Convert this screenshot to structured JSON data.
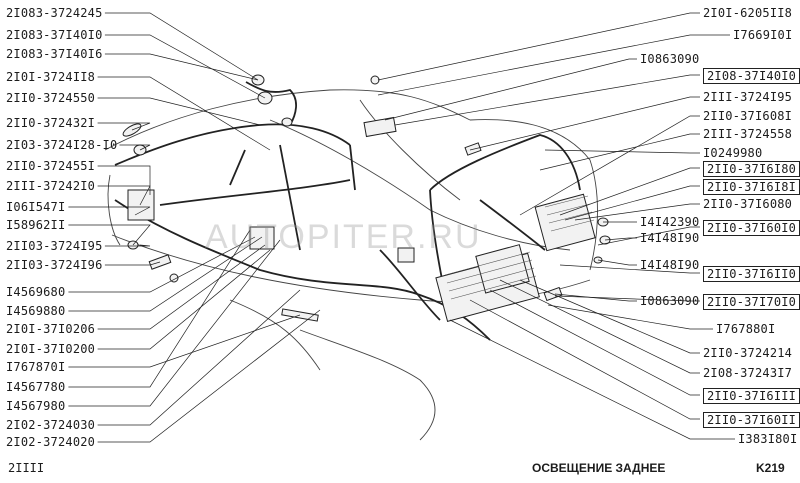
{
  "left_labels": [
    "2I083-3724245",
    "2I083-37I40I0",
    "2I083-37I40I6",
    "2I0I-3724II8",
    "2II0-3724550",
    "2II0-372432I",
    "2I03-3724I28-I0",
    "2II0-372455I",
    "2III-37242I0",
    "I06I547I",
    "I58962II",
    "2II03-3724I95",
    "2II03-3724I96",
    "I4569680",
    "I4569880",
    "2I0I-37I0206",
    "2I0I-37I0200",
    "I767870I",
    "I4567780",
    "I4567980",
    "2I02-3724030",
    "2I02-3724020"
  ],
  "right_labels": [
    "2I0I-6205II8",
    "I7669I0I",
    "I0863090",
    "2I08-37I40I0",
    "2III-3724I95",
    "2II0-37I608I",
    "2III-3724558",
    "I0249980",
    "2II0-37I6I80",
    "2II0-37I6I8I",
    "2II0-37I6080",
    "I4I42390",
    "I4I48I90",
    "2II0-37I60I0",
    "I4I48I90",
    "2II0-37I6II0",
    "I0863090",
    "2II0-37I70I0",
    "I767880I",
    "2II0-3724214",
    "2I08-37243I7",
    "2II0-37I6III",
    "2II0-37I60II",
    "I383I80I"
  ],
  "footer": {
    "model": "2IIII",
    "title": "ОСВЕЩЕНИЕ ЗАДНЕЕ",
    "page": "K219"
  },
  "watermark": "AUTOPITER.RU",
  "colors": {
    "ink": "#1c1c1c",
    "paper": "#ffffff",
    "watermark": "#9a9a9a"
  }
}
